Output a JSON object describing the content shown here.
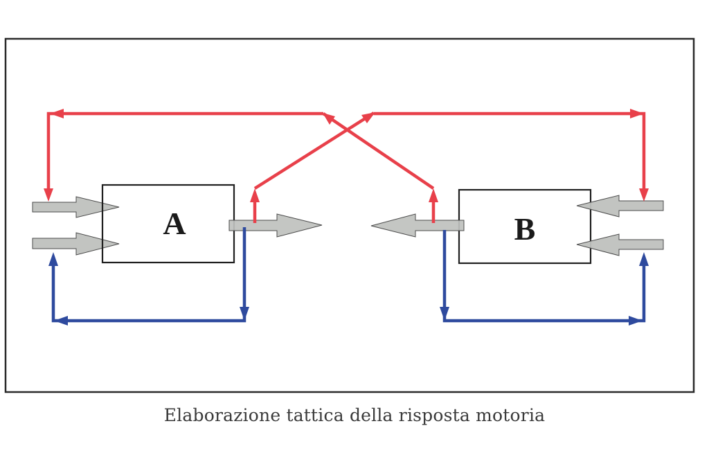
{
  "caption": "Elaborazione tattica della risposta motoria",
  "nodes": [
    {
      "id": "A",
      "label": "A"
    },
    {
      "id": "B",
      "label": "B"
    }
  ],
  "colors": {
    "frame": "#2a2a2a",
    "box_border": "#1f1f1f",
    "red_feedback": "#e8404a",
    "blue_feedback": "#2e4a9e",
    "gray_arrow_fill": "#bfc1be",
    "gray_arrow_stroke": "#4a4a4a"
  },
  "edges": [
    {
      "from": "A.output",
      "to": "B.inputs",
      "kind": "red-crossing-feedback"
    },
    {
      "from": "B.output",
      "to": "A.inputs",
      "kind": "red-crossing-feedback"
    },
    {
      "from": "A.output",
      "to": "A.inputs",
      "kind": "blue-self-feedback"
    },
    {
      "from": "B.output",
      "to": "B.inputs",
      "kind": "blue-self-feedback"
    }
  ]
}
